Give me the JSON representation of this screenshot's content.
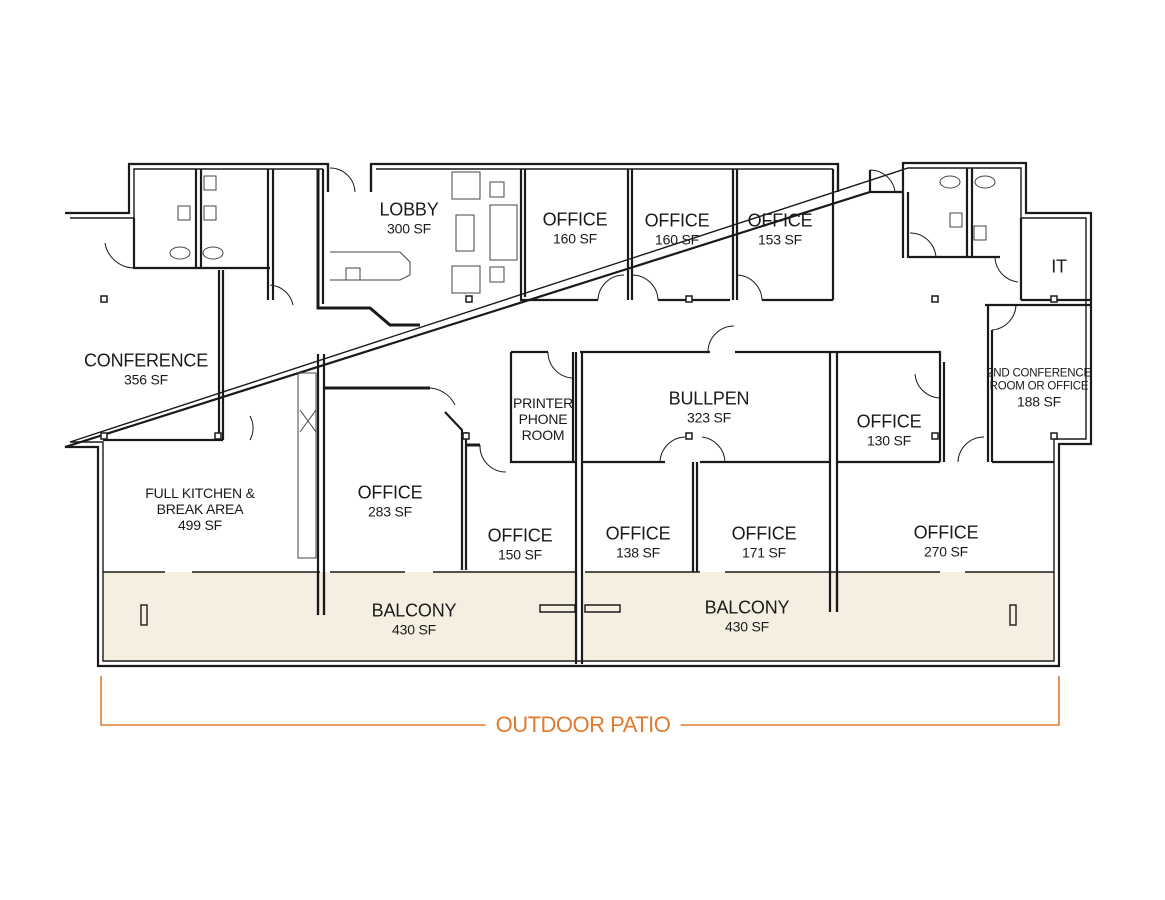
{
  "floor_plan": {
    "colors": {
      "wall": "#1a1a1a",
      "balcony_fill": "#f5efe1",
      "accent": "#e07a2e",
      "background": "#ffffff"
    },
    "rooms": [
      {
        "id": "lobby",
        "name": "LOBBY",
        "area": "300 SF"
      },
      {
        "id": "office-top-1",
        "name": "OFFICE",
        "area": "160 SF"
      },
      {
        "id": "office-top-2",
        "name": "OFFICE",
        "area": "160 SF"
      },
      {
        "id": "office-top-3",
        "name": "OFFICE",
        "area": "153 SF"
      },
      {
        "id": "it",
        "name": "IT",
        "area": ""
      },
      {
        "id": "conference",
        "name": "CONFERENCE",
        "area": "356 SF"
      },
      {
        "id": "printer",
        "name_lines": [
          "PRINTER",
          "PHONE",
          "ROOM"
        ]
      },
      {
        "id": "bullpen",
        "name": "BULLPEN",
        "area": "323 SF"
      },
      {
        "id": "office-130",
        "name": "OFFICE",
        "area": "130 SF"
      },
      {
        "id": "conference-2",
        "name_lines": [
          "2ND CONFERENCE",
          "ROOM OR OFFICE"
        ],
        "area": "188 SF"
      },
      {
        "id": "kitchen",
        "name_lines": [
          "FULL KITCHEN &",
          "BREAK AREA"
        ],
        "area": "499 SF"
      },
      {
        "id": "office-283",
        "name": "OFFICE",
        "area": "283 SF"
      },
      {
        "id": "office-150",
        "name": "OFFICE",
        "area": "150 SF"
      },
      {
        "id": "office-138",
        "name": "OFFICE",
        "area": "138 SF"
      },
      {
        "id": "office-171",
        "name": "OFFICE",
        "area": "171 SF"
      },
      {
        "id": "office-270",
        "name": "OFFICE",
        "area": "270 SF"
      },
      {
        "id": "balcony-left",
        "name": "BALCONY",
        "area": "430 SF"
      },
      {
        "id": "balcony-right",
        "name": "BALCONY",
        "area": "430 SF"
      }
    ],
    "outdoor_label": "OUTDOOR PATIO"
  }
}
